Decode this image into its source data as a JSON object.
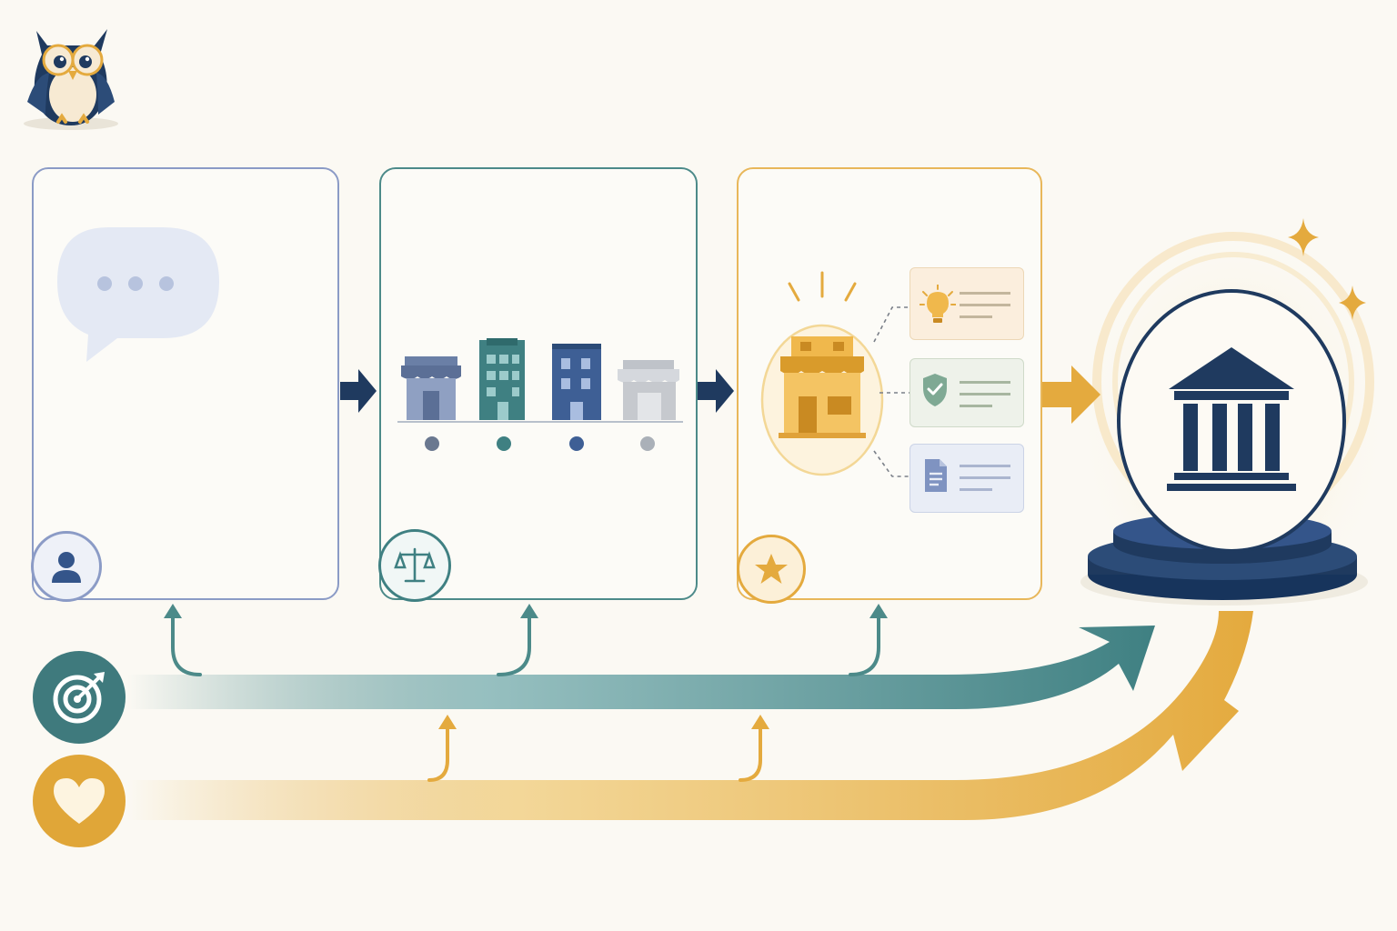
{
  "colors": {
    "background": "#fbf9f3",
    "navy": "#1f3a5f",
    "slate_blue": "#7f93c1",
    "teal": "#3f8082",
    "teal_light": "#8bb9ba",
    "gold": "#e4aa3e",
    "gold_light": "#f2d38e",
    "panel1_border": "#8b9bc6",
    "panel2_border": "#4c8a89",
    "panel3_border": "#e8b75a"
  },
  "mascot": {
    "icon": "owl-mascot-icon"
  },
  "panels": [
    {
      "id": "voice",
      "icon": "chat-bubble-icon",
      "badge_icon": "person-icon"
    },
    {
      "id": "compare",
      "icon": "storefronts-row-icon",
      "badge_icon": "scales-icon",
      "stores": [
        "store-icon",
        "office-building-icon",
        "office-building-icon",
        "store-icon"
      ]
    },
    {
      "id": "select",
      "icon": "highlighted-store-icon",
      "badge_icon": "star-icon",
      "cards": [
        "lightbulb-icon",
        "shield-check-icon",
        "document-icon"
      ]
    }
  ],
  "destination": {
    "icon": "institution-bank-icon",
    "decor": [
      "sparkle-icon",
      "sparkle-icon"
    ]
  },
  "flows": [
    {
      "id": "goal",
      "icon": "target-icon",
      "color": "#3f8082"
    },
    {
      "id": "care",
      "icon": "heart-icon",
      "color": "#e4aa3e"
    }
  ]
}
